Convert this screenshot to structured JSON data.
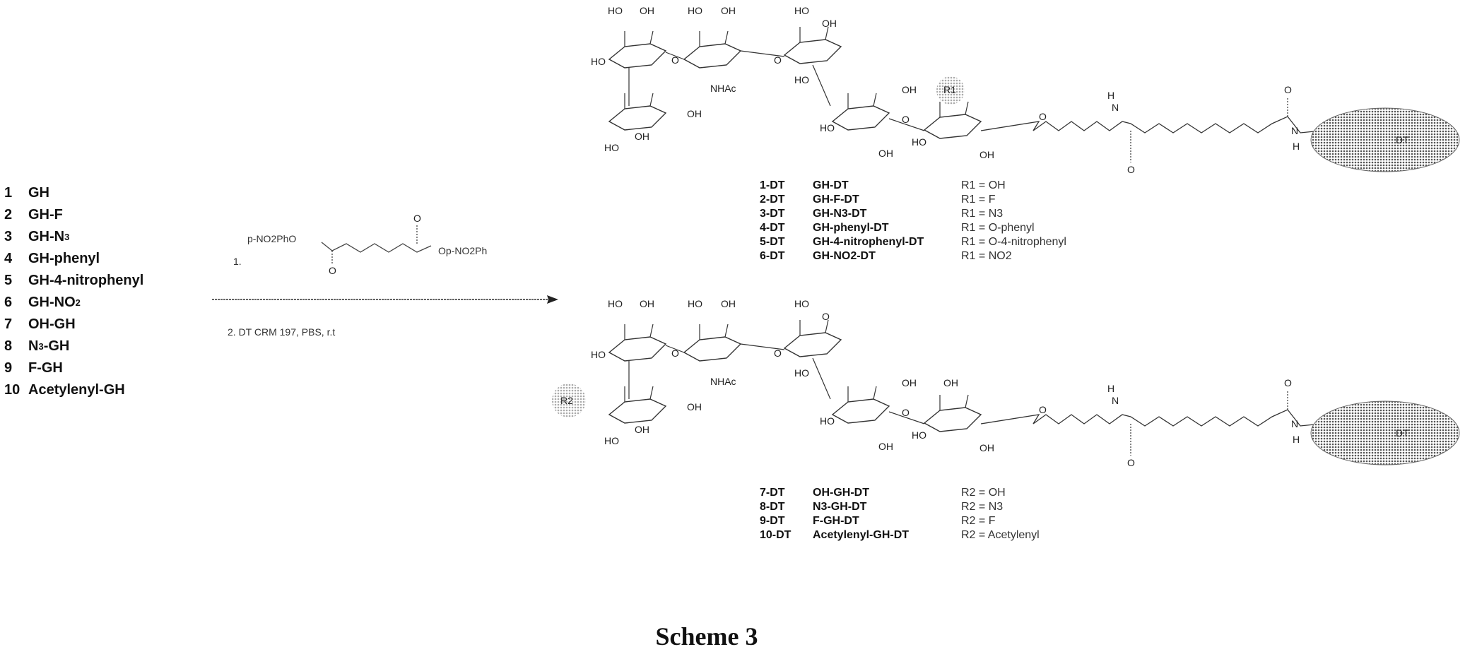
{
  "starting_materials": [
    {
      "num": "1",
      "name": "GH"
    },
    {
      "num": "2",
      "name": "GH-F"
    },
    {
      "num": "3",
      "name": "GH-N",
      "sub": "3"
    },
    {
      "num": "4",
      "name": "GH-phenyl"
    },
    {
      "num": "5",
      "name": "GH-4-nitrophenyl"
    },
    {
      "num": "6",
      "name": "GH-NO",
      "sub": "2"
    },
    {
      "num": "7",
      "name": "OH-GH"
    },
    {
      "num": "8",
      "name": "N",
      "sub": "3",
      "after": "-GH"
    },
    {
      "num": "9",
      "name": "F-GH"
    },
    {
      "num": "10",
      "name": "Acetylenyl-GH"
    }
  ],
  "reagents": {
    "step1_label": "1.",
    "left_group": "p-NO2PhO",
    "right_group": "Op-NO2Ph",
    "carbonyl_o": "O",
    "step2": "2.  DT CRM 197, PBS, r.t"
  },
  "structures": {
    "top_labels": [
      "HO",
      "OH",
      "HO",
      "OH",
      "HO",
      "OH",
      "HO",
      "O",
      "NHAc",
      "O",
      "HO",
      "OH",
      "HO",
      "OH",
      "OH",
      "HO",
      "OH",
      "O",
      "R1",
      "HO",
      "OH",
      "O",
      "H",
      "N",
      "O",
      "O",
      "N",
      "H",
      "DT"
    ],
    "bottom_labels": [
      "HO",
      "OH",
      "HO",
      "OH",
      "HO",
      "O",
      "HO",
      "O",
      "NHAc",
      "O",
      "HO",
      "OH",
      "HO",
      "OH",
      "OH",
      "HO",
      "OH",
      "O",
      "OH",
      "HO",
      "OH",
      "O",
      "H",
      "N",
      "O",
      "O",
      "N",
      "H",
      "DT",
      "R2"
    ],
    "highlight_color": "#bbbbbb",
    "carrier_color": "#999999"
  },
  "table_top": [
    {
      "id": "1-DT",
      "name": "GH-DT",
      "r": "R1 = OH"
    },
    {
      "id": "2-DT",
      "name": "GH-F-DT",
      "r": "R1 = F"
    },
    {
      "id": "3-DT",
      "name": "GH-N3-DT",
      "r": "R1 = N3"
    },
    {
      "id": "4-DT",
      "name": "GH-phenyl-DT",
      "r": "R1 = O-phenyl"
    },
    {
      "id": "5-DT",
      "name": "GH-4-nitrophenyl-DT",
      "r": "R1 = O-4-nitrophenyl"
    },
    {
      "id": "6-DT",
      "name": "GH-NO2-DT",
      "r": "R1 = NO2"
    }
  ],
  "table_bottom": [
    {
      "id": "7-DT",
      "name": "OH-GH-DT",
      "r": "R2 = OH"
    },
    {
      "id": "8-DT",
      "name": "N3-GH-DT",
      "r": "R2 = N3"
    },
    {
      "id": "9-DT",
      "name": "F-GH-DT",
      "r": "R2 = F"
    },
    {
      "id": "10-DT",
      "name": "Acetylenyl-GH-DT",
      "r": "R2 = Acetylenyl"
    }
  ],
  "caption": "Scheme 3"
}
